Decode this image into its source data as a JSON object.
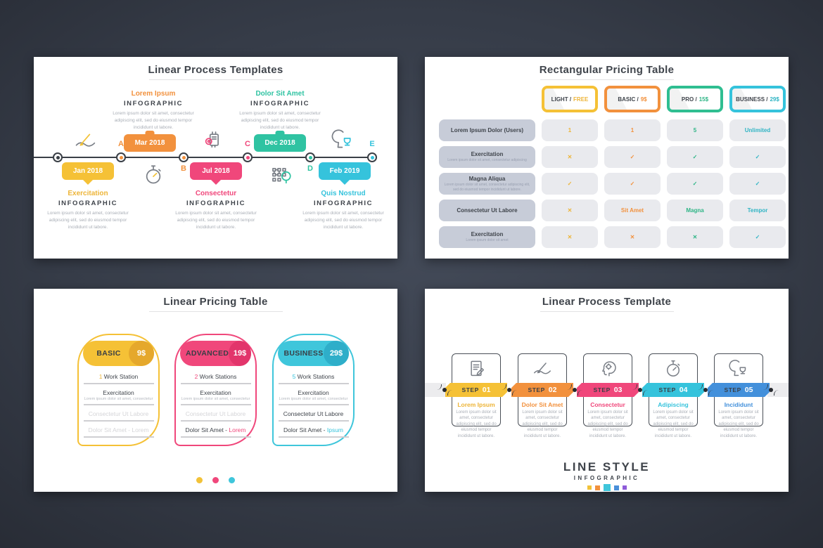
{
  "shared": {
    "lorem": "Lorem ipsum dolor sit amet, consectetur adipiscing elit, sed do eiusmod tempor incididunt ut labore."
  },
  "colors": {
    "yellow": "#F5C136",
    "orange": "#F2913D",
    "pink": "#F0477B",
    "teal": "#2FC3A2",
    "cyan": "#35C3DC",
    "green": "#2EB586",
    "blue": "#4390DB",
    "purple": "#8E5BD9",
    "dark_text": "#3F444B",
    "muted_text": "#A9AEB6",
    "page_bg": "#363C48",
    "table_label_bg": "#C7CCD8",
    "table_cell_bg": "#E9EAEE"
  },
  "panel1": {
    "title": "Linear Process Templates",
    "milestones": [
      {
        "date": "Jan 2018",
        "heading": "Exercitation",
        "subheading": "INFOGRAPHIC",
        "letter": "A",
        "placement": "below",
        "icon": "writing-hand-icon",
        "color": "#F5C136"
      },
      {
        "date": "Mar 2018",
        "heading": "Lorem Ipsum",
        "subheading": "INFOGRAPHIC",
        "letter": "B",
        "placement": "above",
        "icon": "stopwatch-icon",
        "color": "#F2913D"
      },
      {
        "date": "Jul 2018",
        "heading": "Consectetur",
        "subheading": "INFOGRAPHIC",
        "letter": "C",
        "placement": "below",
        "icon": "machine-icon",
        "color": "#F0477B"
      },
      {
        "date": "Dec 2018",
        "heading": "Dolor Sit Amet",
        "subheading": "INFOGRAPHIC",
        "letter": "D",
        "placement": "above",
        "icon": "grid-scan-icon",
        "color": "#2FC3A2"
      },
      {
        "date": "Feb 2019",
        "heading": "Quis Nostrud",
        "subheading": "INFOGRAPHIC",
        "letter": "E",
        "placement": "below",
        "icon": "head-trophy-icon",
        "color": "#35C3DC"
      }
    ]
  },
  "panel2": {
    "title": "Rectangular Pricing Table",
    "plans": [
      {
        "name": "LIGHT /",
        "price": "FREE",
        "color": "#F5C136"
      },
      {
        "name": "BASIC /",
        "price": "9$",
        "color": "#F2913D"
      },
      {
        "name": "PRO /",
        "price": "15$",
        "color": "#2FBE91"
      },
      {
        "name": "BUSINESS /",
        "price": "29$",
        "color": "#35C3DC"
      }
    ],
    "rows": [
      {
        "label": "Lorem Ipsum Dolor (Users)",
        "sub": "",
        "cells": [
          "1",
          "1",
          "5",
          "Unlimited"
        ]
      },
      {
        "label": "Exercitation",
        "sub": "Lorem ipsum dolor sit amet, consectetur adipiscing",
        "cells": [
          "✕",
          "✓",
          "✓",
          "✓"
        ]
      },
      {
        "label": "Magna Aliqua",
        "sub": "Lorem ipsum dolor sit amet, consectetur adipiscing elit, sed do eiusmod tempor incididunt ut labore.",
        "cells": [
          "✓",
          "✓",
          "✓",
          "✓"
        ]
      },
      {
        "label": "Consectetur Ut Labore",
        "sub": "",
        "cells": [
          "✕",
          "Sit Amet",
          "Magna",
          "Tempor"
        ]
      },
      {
        "label": "Exercitation",
        "sub": "Lorem ipsum dolor sit amet",
        "cells": [
          "✕",
          "✕",
          "✕",
          "✓"
        ]
      }
    ]
  },
  "panel3": {
    "title": "Linear Pricing Table",
    "cards": [
      {
        "name": "BASIC",
        "price": "9$",
        "color": "#F5C136",
        "features": [
          {
            "prefix": "1",
            "text": " Work Station"
          },
          {
            "text": "Exercitation",
            "sub": "Lorem ipsum dolor sit amet, consectetur"
          },
          {
            "text": "Consectetur Ut Labore"
          },
          {
            "text": "Dolor Sit Amet - Lorem"
          }
        ]
      },
      {
        "name": "ADVANCED",
        "price": "19$",
        "color": "#F0477B",
        "features": [
          {
            "prefix": "2",
            "text": " Work Stations"
          },
          {
            "text": "Exercitation",
            "sub": "Lorem ipsum dolor sit amet, consectetur"
          },
          {
            "text": "Consectetur Ut Labore"
          },
          {
            "text": "Dolor Sit Amet - ",
            "accent": "Lorem"
          }
        ]
      },
      {
        "name": "BUSINESS",
        "price": "29$",
        "color": "#3FC6DB",
        "features": [
          {
            "prefix": "5",
            "text": " Work Stations"
          },
          {
            "text": "Exercitation",
            "sub": "Lorem ipsum dolor sit amet, consectetur"
          },
          {
            "text": "Consectetur Ut Labore"
          },
          {
            "text": "Dolor Sit Amet - ",
            "accent": "Ipsum"
          }
        ]
      }
    ]
  },
  "panel4": {
    "title": "Linear Process Template",
    "steps": [
      {
        "label": "STEP",
        "num": "01",
        "heading": "Lorem Ipsum",
        "icon": "document-icon",
        "color": "#F5C136"
      },
      {
        "label": "STEP",
        "num": "02",
        "heading": "Dolor Sit Amet",
        "icon": "writing-hand-icon",
        "color": "#F2913D"
      },
      {
        "label": "STEP",
        "num": "03",
        "heading": "Consectetur",
        "icon": "head-gear-icon",
        "color": "#F0477B"
      },
      {
        "label": "STEP",
        "num": "04",
        "heading": "Adipiscing",
        "icon": "stopwatch-icon",
        "color": "#35C3DC"
      },
      {
        "label": "STEP",
        "num": "05",
        "heading": "Incididunt",
        "icon": "head-trophy-icon",
        "color": "#4390DB"
      }
    ],
    "logo": {
      "line1": "LINE STYLE",
      "line2": "INFOGRAPHIC"
    }
  }
}
